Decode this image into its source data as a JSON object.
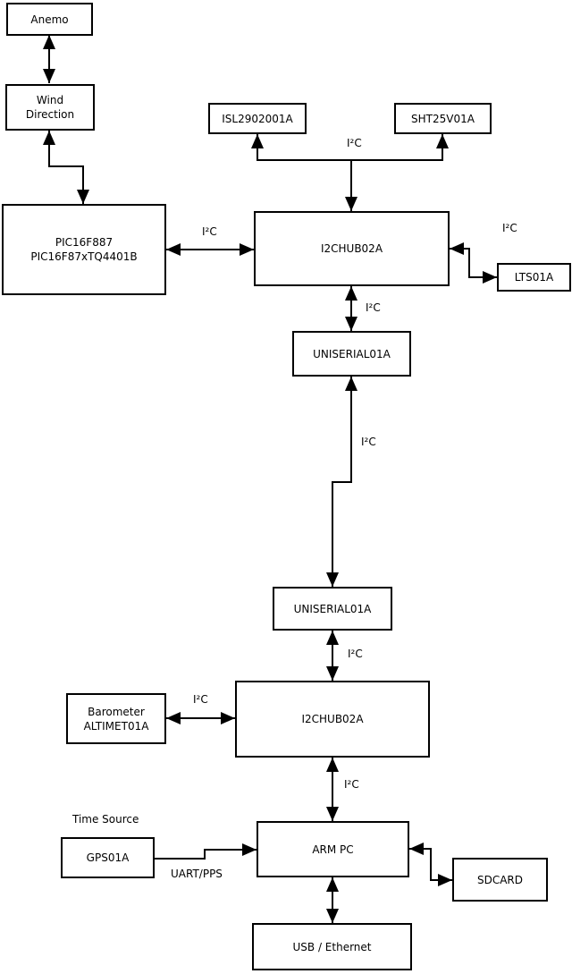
{
  "diagram": {
    "colors": {
      "stroke": "#000000",
      "box_fill": "#ffffff",
      "background": "#ffffff"
    },
    "nodes": {
      "anemo": {
        "label": "Anemo"
      },
      "wind": {
        "line1": "Wind",
        "line2": "Direction"
      },
      "pic": {
        "line1": "PIC16F887",
        "line2": "PIC16F87xTQ4401B"
      },
      "isl": {
        "label": "ISL2902001A"
      },
      "sht": {
        "label": "SHT25V01A"
      },
      "hub1": {
        "label": "I2CHUB02A"
      },
      "lts": {
        "label": "LTS01A"
      },
      "uniserial1": {
        "label": "UNISERIAL01A"
      },
      "uniserial2": {
        "label": "UNISERIAL01A"
      },
      "barometer": {
        "line1": "Barometer",
        "line2": "ALTIMET01A"
      },
      "hub2": {
        "label": "I2CHUB02A"
      },
      "gps": {
        "label": "GPS01A"
      },
      "armpc": {
        "label": "ARM PC"
      },
      "sdcard": {
        "label": "SDCARD"
      },
      "usb": {
        "label": "USB / Ethernet"
      }
    },
    "edge_labels": {
      "i2c_isl_sht": "I²C",
      "i2c_pic_hub1": "I²C",
      "i2c_hub1_lts": "I²C",
      "i2c_hub1_uniserial1": "I²C",
      "i2c_uniserial_link": "I²C",
      "i2c_uniserial2_hub2": "I²C",
      "i2c_barometer_hub2": "I²C",
      "i2c_hub2_armpc": "I²C",
      "time_source": "Time Source",
      "uart_pps": "UART/PPS"
    }
  }
}
